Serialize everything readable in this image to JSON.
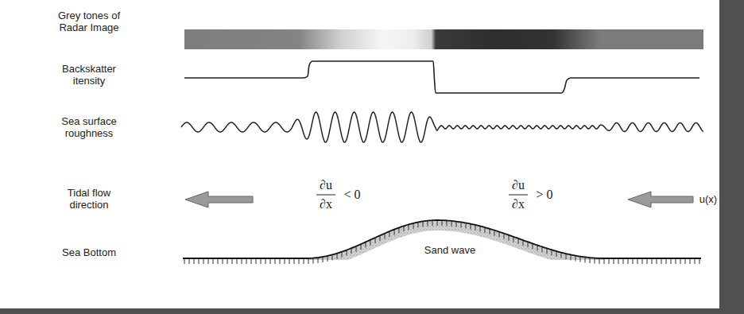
{
  "diagram": {
    "labels": [
      "Grey tones of Radar Image",
      "Backskatter itensity",
      "Sea surface roughness",
      "∂u",
      "∂x",
      "< 0",
      "∂u",
      "∂x",
      "> 0",
      "Tidal flow direction",
      "u(x)",
      "Sand wave",
      "Sea Bottom"
    ]
  }
}
